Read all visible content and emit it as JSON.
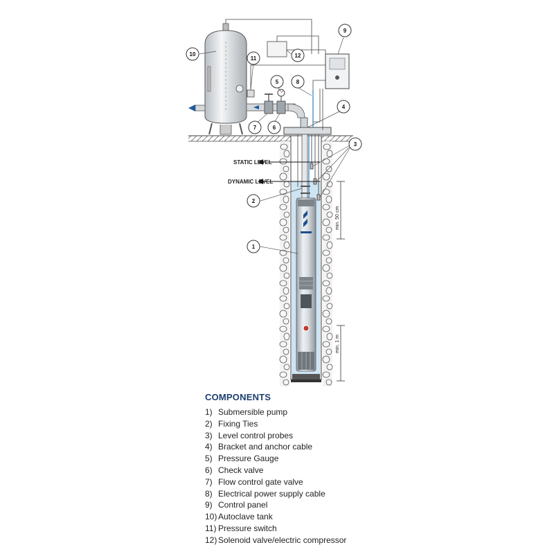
{
  "diagram": {
    "static_level_label": "STATIC LEVEL",
    "dynamic_level_label": "DYNAMIC LEVEL",
    "dim_top_label": "min. 50 cm",
    "dim_bottom_label": "min. 1 m",
    "callouts": [
      "1",
      "2",
      "3",
      "4",
      "5",
      "6",
      "7",
      "8",
      "9",
      "10",
      "11",
      "12"
    ]
  },
  "components": {
    "title": "COMPONENTS",
    "items": [
      {
        "num": "1)",
        "label": "Submersible pump"
      },
      {
        "num": "2)",
        "label": "Fixing Ties"
      },
      {
        "num": "3)",
        "label": "Level control probes"
      },
      {
        "num": "4)",
        "label": "Bracket and anchor cable"
      },
      {
        "num": "5)",
        "label": "Pressure Gauge"
      },
      {
        "num": "6)",
        "label": "Check valve"
      },
      {
        "num": "7)",
        "label": "Flow control gate valve"
      },
      {
        "num": "8)",
        "label": "Electrical power supply cable"
      },
      {
        "num": "9)",
        "label": "Control panel"
      },
      {
        "num": "10)",
        "label": "Autoclave tank"
      },
      {
        "num": "11)",
        "label": "Pressure switch"
      },
      {
        "num": "12)",
        "label": "Solenoid valve/electric compressor"
      }
    ]
  },
  "colors": {
    "title_blue": "#1d3f6e",
    "water": "#cfe4f2",
    "pipe_blue": "#2f7fc0",
    "outflow_arrow": "#1d5c9e"
  }
}
